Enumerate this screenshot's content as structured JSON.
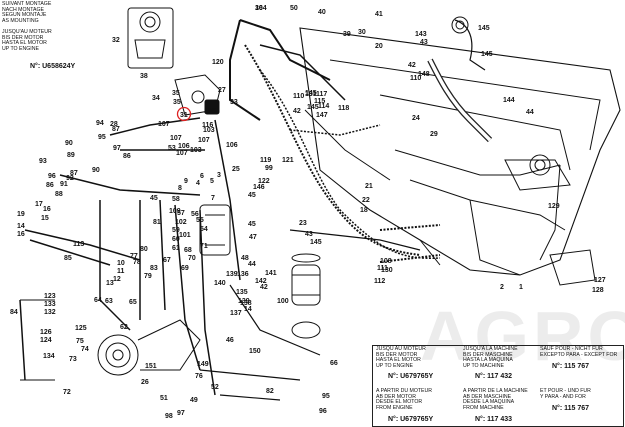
{
  "notes": {
    "top_left": {
      "lines": [
        "SUIVANT MONTAGE",
        "NACH MONTAGE",
        "SEGUN MONTAJE",
        "AS MOUNTING"
      ]
    },
    "jusqu_moteur_top": {
      "lines": [
        "JUSQU'AU MOTEUR",
        "BIS DER MOTOR",
        "HASTA EL MOTOR",
        "UP TO ENGINE"
      ],
      "ref": "N°: U658624Y"
    },
    "bottom_1": {
      "lines": [
        "JUSQU AU MOTEUR",
        "BIS DER MOTOR",
        "HASTA EL MOTOR",
        "UP TO ENGINE"
      ],
      "ref": "N°: U679765Y"
    },
    "bottom_2": {
      "lines": [
        "JUSQU'A LA MACHINE",
        "BIS DER MASCHINE",
        "HASTA LA MAQUINA",
        "UP TO MACHINE"
      ],
      "ref": "N°: 117 432"
    },
    "bottom_3": {
      "lines": [
        "SAUF POUR - NICHT FUR",
        "EXCEPTO PARA - EXCEPT FOR"
      ],
      "ref": "N°: 115 767"
    },
    "bottom_4": {
      "lines": [
        "A PARTIR DU MOTEUR",
        "AB DER MOTOR",
        "DESDE EL MOTOR",
        "FROM ENGINE"
      ],
      "ref": "N°: U679765Y"
    },
    "bottom_5": {
      "lines": [
        "A PARTIR DE LA MACHINE",
        "AB DER MASCHINE",
        "DESDE LA MAQUINA",
        "FROM MACHINE"
      ],
      "ref": "N°: 117 433"
    },
    "bottom_6": {
      "lines": [
        "ET POUR - UND FUR",
        "Y PARA - AND FOR"
      ],
      "ref": "N°: 115 767"
    }
  },
  "watermark": "AGRO",
  "callouts": [
    "36",
    "50",
    "40",
    "41",
    "39",
    "43",
    "145",
    "32",
    "38",
    "20",
    "42",
    "148",
    "143",
    "145",
    "110",
    "144",
    "29",
    "44",
    "147",
    "145",
    "145",
    "30",
    "24",
    "27",
    "33",
    "31",
    "35",
    "34",
    "35",
    "120",
    "110",
    "118",
    "115",
    "42",
    "106",
    "107",
    "106",
    "103",
    "107",
    "107",
    "107",
    "103",
    "25",
    "28",
    "94",
    "95",
    "96",
    "86",
    "87",
    "97",
    "93",
    "87",
    "88",
    "92",
    "91",
    "89",
    "90",
    "90",
    "86",
    "121",
    "119",
    "45",
    "45",
    "47",
    "48",
    "99",
    "146",
    "136",
    "141",
    "142",
    "122",
    "21",
    "22",
    "18",
    "19",
    "14",
    "15",
    "17",
    "16",
    "16",
    "45",
    "23",
    "109",
    "102",
    "101",
    "100",
    "137",
    "138",
    "53",
    "81",
    "80",
    "77",
    "78",
    "79",
    "83",
    "67",
    "68",
    "69",
    "70",
    "71",
    "44",
    "14",
    "42",
    "43",
    "145",
    "135",
    "140",
    "139",
    "139",
    "10",
    "11",
    "12",
    "13",
    "5",
    "4",
    "3",
    "6",
    "7",
    "8",
    "9",
    "1",
    "2",
    "58",
    "57",
    "56",
    "55",
    "54",
    "59",
    "60",
    "61",
    "62",
    "63",
    "64",
    "65",
    "66",
    "108",
    "111",
    "112",
    "113",
    "85",
    "84",
    "123",
    "133",
    "132",
    "134",
    "126",
    "124",
    "125",
    "75",
    "74",
    "73",
    "72",
    "82",
    "149",
    "51",
    "52",
    "46",
    "49",
    "76",
    "98",
    "97",
    "95",
    "96",
    "150",
    "151",
    "26",
    "127",
    "128",
    "129",
    "130",
    "131",
    "114",
    "117",
    "116",
    "105",
    "104"
  ]
}
